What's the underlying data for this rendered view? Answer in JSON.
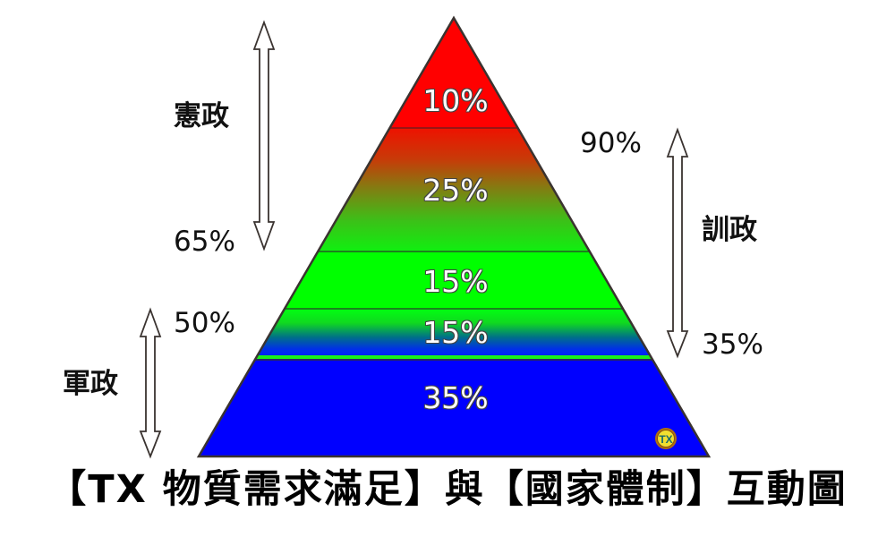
{
  "title": "【TX 物質需求滿足】與【國家體制】互動圖",
  "pyramid": {
    "bands": [
      {
        "label": "10%",
        "color_top": "#ff0000",
        "color_bottom": "#ff0000"
      },
      {
        "label": "25%",
        "color_top": "#e81a00",
        "color_bottom": "#12f012"
      },
      {
        "label": "15%",
        "color_top": "#00ff00",
        "color_bottom": "#00ff00"
      },
      {
        "label": "15%",
        "color_top": "#00ff10",
        "color_bottom": "#0022ff"
      },
      {
        "label": "35%",
        "color_top": "#0000ff",
        "color_bottom": "#0000ff"
      }
    ],
    "logo": "TX"
  },
  "left": {
    "upper_label": "憲政",
    "upper_pct_bottom": "65%",
    "lower_pct_top": "50%",
    "lower_label": "軍政"
  },
  "right": {
    "pct_top": "90%",
    "label": "訓政",
    "pct_bottom": "35%"
  },
  "chart_data": {
    "type": "pyramid",
    "title": "【TX 物質需求滿足】與【國家體制】互動圖",
    "layers_top_to_bottom": [
      {
        "value": 10,
        "label": "10%",
        "color": "red"
      },
      {
        "value": 25,
        "label": "25%",
        "color": "red-to-green gradient"
      },
      {
        "value": 15,
        "label": "15%",
        "color": "green"
      },
      {
        "value": 15,
        "label": "15%",
        "color": "green-to-blue gradient"
      },
      {
        "value": 35,
        "label": "35%",
        "color": "blue"
      }
    ],
    "ranges": [
      {
        "name": "憲政",
        "side": "left",
        "span": "top down to 65%"
      },
      {
        "name": "軍政",
        "side": "left",
        "span": "50% down to bottom"
      },
      {
        "name": "訓政",
        "side": "right",
        "span": "90% to 35%"
      }
    ],
    "annotations": [
      "65%",
      "50%",
      "90%",
      "35%"
    ]
  }
}
